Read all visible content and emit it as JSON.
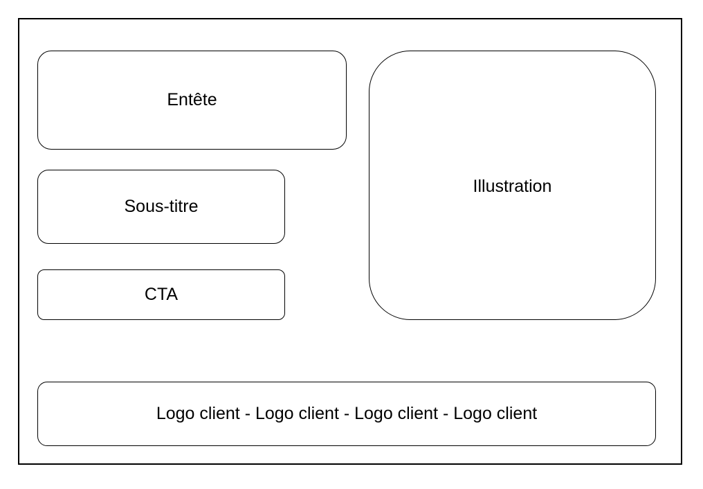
{
  "wireframe": {
    "header_label": "Entête",
    "subtitle_label": "Sous-titre",
    "cta_label": "CTA",
    "illustration_label": "Illustration",
    "client_logos_label": "Logo client - Logo client - Logo client - Logo client"
  },
  "colors": {
    "stroke": "#000000",
    "fill": "#ffffff"
  }
}
